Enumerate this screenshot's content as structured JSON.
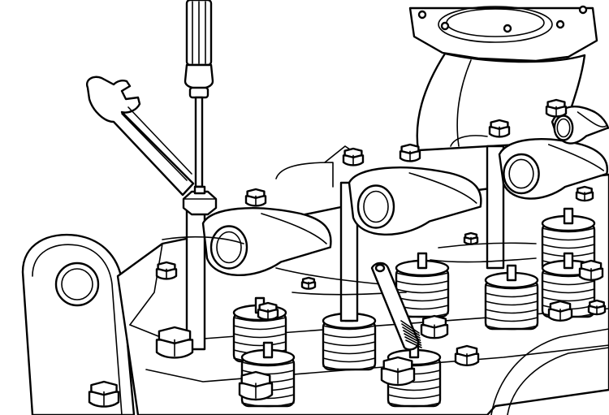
{
  "colors": {
    "line": "#000000",
    "background": "#ffffff"
  },
  "illustration": {
    "tools": [
      "screwdriver",
      "open-end-wrench",
      "feeler-gauge"
    ],
    "rocker_arm_count": 4,
    "valve_spring_count": 8
  }
}
